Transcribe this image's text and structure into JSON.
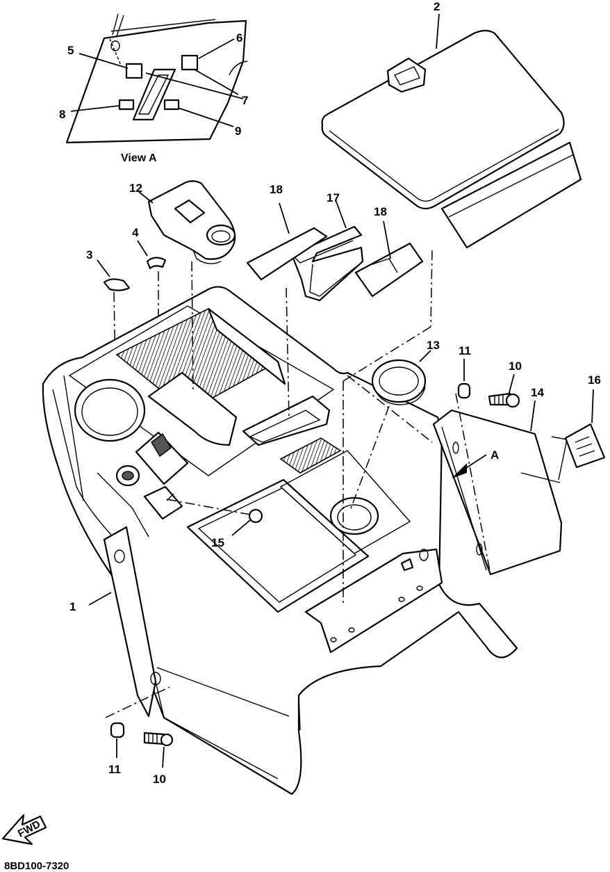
{
  "diagram": {
    "view_caption": "View A",
    "view_marker": "A",
    "figure_code": "8BD100-7320",
    "fwd_label": "FWD",
    "callouts": [
      {
        "id": "c2",
        "text": "2"
      },
      {
        "id": "c5",
        "text": "5"
      },
      {
        "id": "c6",
        "text": "6"
      },
      {
        "id": "c7",
        "text": "7"
      },
      {
        "id": "c8",
        "text": "8"
      },
      {
        "id": "c9",
        "text": "9"
      },
      {
        "id": "c12",
        "text": "12"
      },
      {
        "id": "c18a",
        "text": "18"
      },
      {
        "id": "c17",
        "text": "17"
      },
      {
        "id": "c18b",
        "text": "18"
      },
      {
        "id": "c4",
        "text": "4"
      },
      {
        "id": "c3",
        "text": "3"
      },
      {
        "id": "c13",
        "text": "13"
      },
      {
        "id": "c11a",
        "text": "11"
      },
      {
        "id": "c10a",
        "text": "10"
      },
      {
        "id": "c14",
        "text": "14"
      },
      {
        "id": "c16",
        "text": "16"
      },
      {
        "id": "c1",
        "text": "1"
      },
      {
        "id": "c15",
        "text": "15"
      },
      {
        "id": "c11b",
        "text": "11"
      },
      {
        "id": "c10b",
        "text": "10"
      }
    ]
  }
}
